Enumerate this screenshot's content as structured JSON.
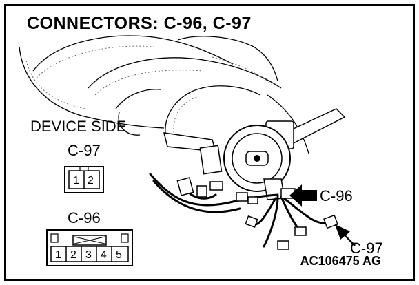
{
  "title": "CONNECTORS: C-96, C-97",
  "device_side_label": "DEVICE SIDE",
  "connector_c97": {
    "label": "C-97",
    "pins": [
      "1",
      "2"
    ]
  },
  "connector_c96": {
    "label": "C-96",
    "pins": [
      "1",
      "2",
      "3",
      "4",
      "5"
    ]
  },
  "callouts": {
    "c96": "C-96",
    "c97": "C-97"
  },
  "reference_code": "AC106475 AG"
}
